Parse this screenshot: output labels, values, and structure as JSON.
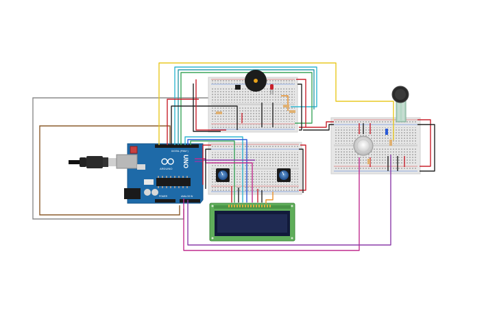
{
  "board": {
    "model_label": "UNO",
    "brand_label": "ARDUINO",
    "digital_label": "DIGITAL (PWM~)",
    "power_label": "POWER",
    "analog_label": "ANALOG IN"
  },
  "colors": {
    "background": "#ffffff",
    "breadboard": "#e8e8e8",
    "rail_red": "#d83a3a",
    "rail_blue": "#3a6fd8",
    "arduino": "#1e6aa8",
    "lcd_pcb": "#5fae5a",
    "lcd_screen": "#1f2a52",
    "wire_yellow": "#e8c820",
    "wire_cyan": "#2eb6d0",
    "wire_green": "#3ca55c",
    "wire_red": "#c8202c",
    "wire_black": "#222222",
    "wire_gray": "#8a8a8a",
    "wire_brown": "#8a5a2a",
    "wire_magenta": "#c02c8e",
    "wire_purple": "#8a3aa8",
    "wire_orange": "#e8902a",
    "wire_blue": "#2a5ad8"
  },
  "components": [
    {
      "name": "arduino-uno",
      "icon": "arduino-board"
    },
    {
      "name": "usb-cable",
      "icon": "usb-plug"
    },
    {
      "name": "breadboard-top",
      "icon": "breadboard"
    },
    {
      "name": "breadboard-middle",
      "icon": "breadboard"
    },
    {
      "name": "breadboard-right",
      "icon": "breadboard"
    },
    {
      "name": "piezo-buzzer",
      "icon": "buzzer"
    },
    {
      "name": "red-led",
      "icon": "led"
    },
    {
      "name": "potentiometer-left",
      "icon": "potentiometer"
    },
    {
      "name": "potentiometer-right",
      "icon": "potentiometer"
    },
    {
      "name": "lcd-16x2",
      "icon": "lcd-display"
    },
    {
      "name": "force-sensor",
      "icon": "force-sensitive-resistor"
    },
    {
      "name": "gas-sensor",
      "icon": "gas-sensor"
    }
  ]
}
